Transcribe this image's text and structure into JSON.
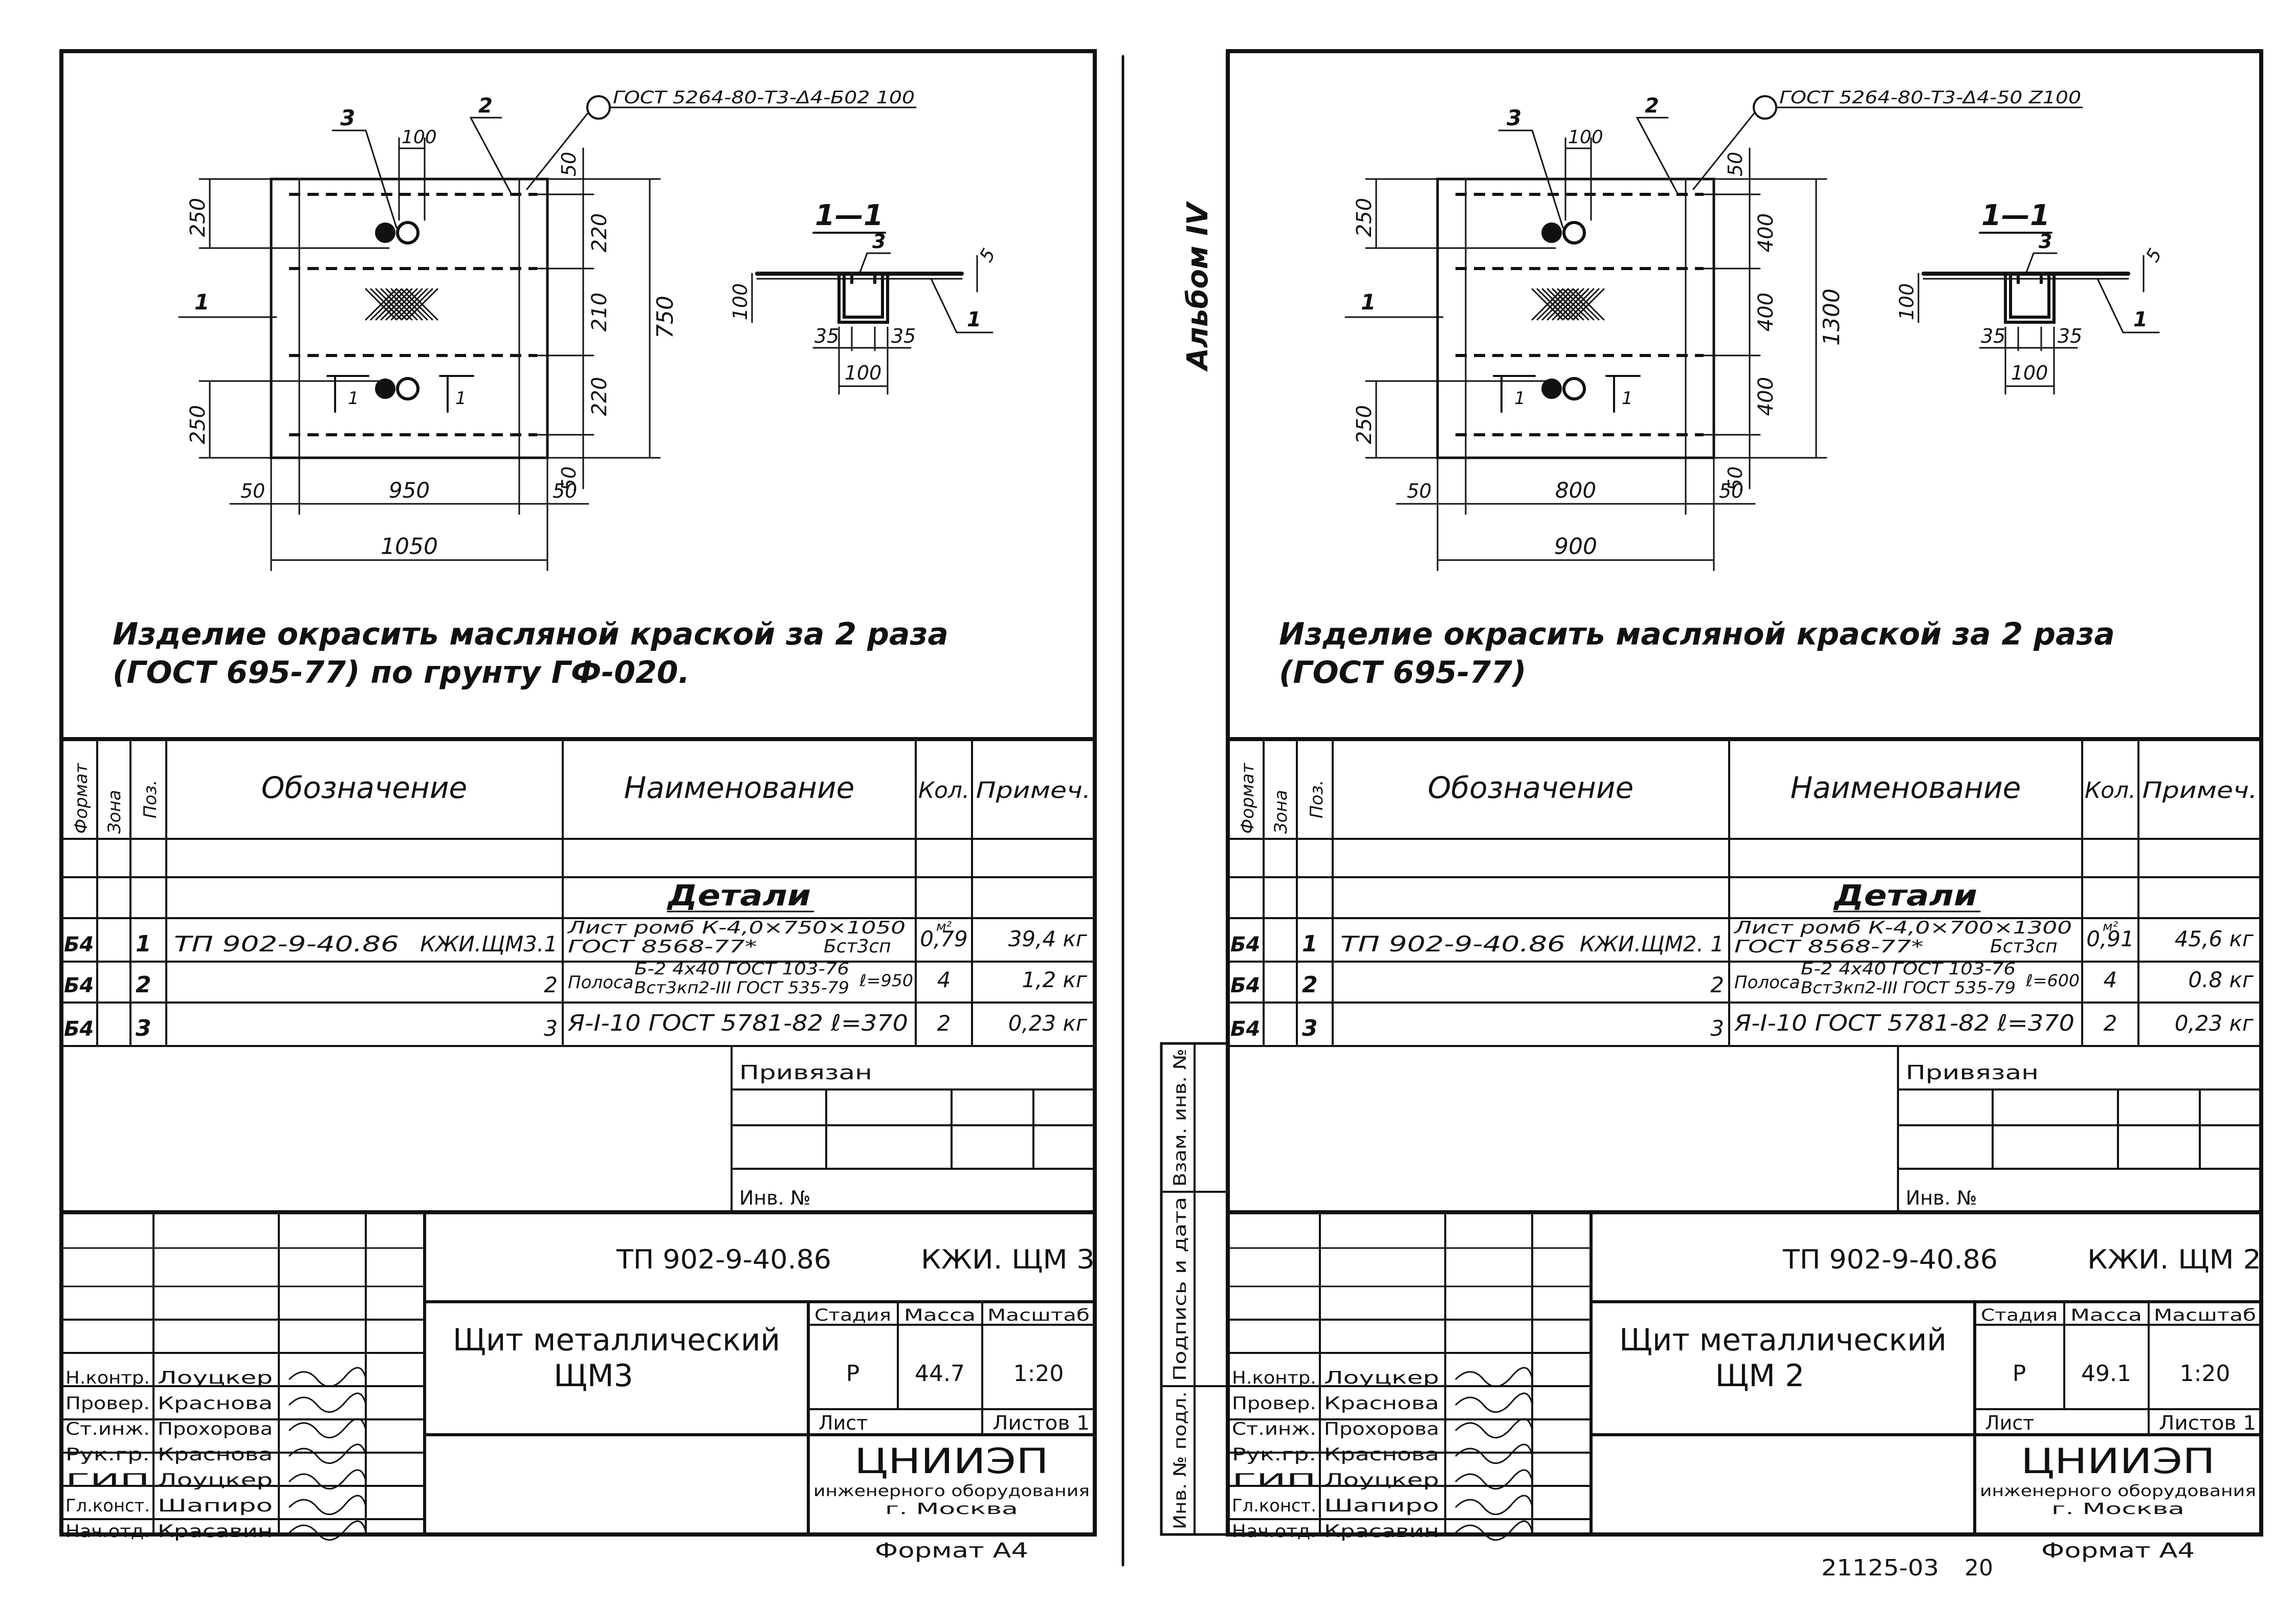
{
  "album_label": "Альбом IV",
  "footer": {
    "doc_number": "21125-03",
    "page_number": "20"
  },
  "col_headers": {
    "format": "Формат",
    "zone": "Зона",
    "pos": "Поз.",
    "designation": "Обозначение",
    "name": "Наименование",
    "qty": "Кол.",
    "note": "Примеч."
  },
  "side_stamp": {
    "inv_podl": "Инв. № подл.",
    "podpis": "Подпись и дата",
    "vzam": "Взам. инв. №"
  },
  "sheets": [
    {
      "id": "left",
      "plan": {
        "dim_top_100": "100",
        "dim_top_2": "2",
        "weld_callout": "ГОСТ 5264-80-Т3-Δ4-Б02 100",
        "callout_3": "3",
        "dim_250_top": "250",
        "dim_250_bottom": "250",
        "dim_50_tr": "50",
        "dim_50_br": "50",
        "dim_220_a": "220",
        "dim_210": "210",
        "dim_220_b": "220",
        "dim_total_h": "750",
        "callout_1": "1",
        "section_mark": "1",
        "dim_50_l": "50",
        "dim_inner_w": "950",
        "dim_50_r": "50",
        "dim_total_w": "1050"
      },
      "section": {
        "title": "1—1",
        "callout_3": "3",
        "callout_1": "1",
        "dim_100_h": "100",
        "dim_5": "5",
        "dim_35_l": "35",
        "dim_35_r": "35",
        "dim_100_w": "100"
      },
      "note_line1": "Изделие окрасить масляной краской за 2 раза",
      "note_line2": "(ГОСТ 695-77) по грунту ГФ-020.",
      "spec": {
        "section_title": "Детали",
        "rows": [
          {
            "format": "Б4",
            "pos": "1",
            "designation": "ТП 902-9-40.86",
            "code": "КЖИ.ЩМ3.1",
            "name_line1": "Лист ромб К-4,0×750×1050",
            "name_line2": "ГОСТ 8568-77*",
            "steel": "Бст3сп",
            "qty_unit": "м²",
            "qty": "0,79",
            "note": "39,4 кг"
          },
          {
            "format": "Б4",
            "pos": "2",
            "designation": "",
            "code": "2",
            "name_prefix": "Полоса",
            "name_line1": "Б-2 4х40 ГОСТ 103-76",
            "name_line2": "Вст3кп2-III ГОСТ 535-79",
            "length": "ℓ=950",
            "qty_unit": "",
            "qty": "4",
            "note": "1,2 кг"
          },
          {
            "format": "Б4",
            "pos": "3",
            "designation": "",
            "code": "3",
            "name_line1": "Я-I-10 ГОСТ 5781-82  ℓ=370",
            "name_line2": "",
            "qty_unit": "",
            "qty": "2",
            "note": "0,23 кг"
          }
        ]
      },
      "privyazan": "Привязан",
      "inv_no": "Инв. №",
      "title_block": {
        "code_left": "ТП 902-9-40.86",
        "code_right": "КЖИ. ЩМ 3",
        "title_line1": "Щит металлический",
        "title_line2": "ЩМ3",
        "stage_label": "Стадия",
        "mass_label": "Масса",
        "scale_label": "Масштаб",
        "stage": "Р",
        "mass": "44.7",
        "scale": "1:20",
        "sheet_label": "Лист",
        "sheets_label": "Листов 1",
        "org": "ЦНИИЭП",
        "org_sub1": "инженерного оборудования",
        "org_sub2": "г. Москва",
        "format": "Формат А4",
        "staff": [
          {
            "role": "Н.контр.",
            "name": "Лоуцкер"
          },
          {
            "role": "Провер.",
            "name": "Краснова"
          },
          {
            "role": "Ст.инж.",
            "name": "Прохорова"
          },
          {
            "role": "Рук.гр.",
            "name": "Краснова"
          },
          {
            "role": "ГИП",
            "name": "Лоуцкер"
          },
          {
            "role": "Гл.конст.",
            "name": "Шапиро"
          },
          {
            "role": "Нач.отд.",
            "name": "Красавин"
          }
        ]
      }
    },
    {
      "id": "right",
      "plan": {
        "dim_top_100": "100",
        "dim_top_2": "2",
        "weld_callout": "ГОСТ 5264-80-Т3-Δ4-50 Z100",
        "callout_3": "3",
        "dim_250_top": "250",
        "dim_250_bottom": "250",
        "dim_50_tr": "50",
        "dim_50_br": "50",
        "dim_220_a": "400",
        "dim_210": "400",
        "dim_220_b": "400",
        "dim_total_h": "1300",
        "callout_1": "1",
        "section_mark": "1",
        "dim_50_l": "50",
        "dim_inner_w": "800",
        "dim_50_r": "50",
        "dim_total_w": "900"
      },
      "section": {
        "title": "1—1",
        "callout_3": "3",
        "callout_1": "1",
        "dim_100_h": "100",
        "dim_5": "5",
        "dim_35_l": "35",
        "dim_35_r": "35",
        "dim_100_w": "100"
      },
      "note_line1": "Изделие окрасить масляной краской за 2 раза",
      "note_line2": "(ГОСТ 695-77)",
      "spec": {
        "section_title": "Детали",
        "rows": [
          {
            "format": "Б4",
            "pos": "1",
            "designation": "ТП 902-9-40.86",
            "code": "КЖИ.ЩМ2. 1",
            "name_line1": "Лист ромб К-4,0×700×1300",
            "name_line2": "ГОСТ 8568-77*",
            "steel": "Бст3сп",
            "qty_unit": "м²",
            "qty": "0,91",
            "note": "45,6 кг"
          },
          {
            "format": "Б4",
            "pos": "2",
            "designation": "",
            "code": "2",
            "name_prefix": "Полоса",
            "name_line1": "Б-2 4х40 ГОСТ 103-76",
            "name_line2": "Вст3кп2-III ГОСТ 535-79",
            "length": "ℓ=600",
            "qty_unit": "",
            "qty": "4",
            "note": "0.8 кг"
          },
          {
            "format": "Б4",
            "pos": "3",
            "designation": "",
            "code": "3",
            "name_line1": "Я-I-10 ГОСТ 5781-82  ℓ=370",
            "name_line2": "",
            "qty_unit": "",
            "qty": "2",
            "note": "0,23 кг"
          }
        ]
      },
      "privyazan": "Привязан",
      "inv_no": "Инв. №",
      "title_block": {
        "code_left": "ТП 902-9-40.86",
        "code_right": "КЖИ. ЩМ 2",
        "title_line1": "Щит металлический",
        "title_line2": "ЩМ 2",
        "stage_label": "Стадия",
        "mass_label": "Масса",
        "scale_label": "Масштаб",
        "stage": "Р",
        "mass": "49.1",
        "scale": "1:20",
        "sheet_label": "Лист",
        "sheets_label": "Листов 1",
        "org": "ЦНИИЭП",
        "org_sub1": "инженерного оборудования",
        "org_sub2": "г. Москва",
        "format": "Формат А4",
        "staff": [
          {
            "role": "Н.контр.",
            "name": "Лоуцкер"
          },
          {
            "role": "Провер.",
            "name": "Краснова"
          },
          {
            "role": "Ст.инж.",
            "name": "Прохорова"
          },
          {
            "role": "Рук.гр.",
            "name": "Краснова"
          },
          {
            "role": "ГИП",
            "name": "Лоуцкер"
          },
          {
            "role": "Гл.конст.",
            "name": "Шапиро"
          },
          {
            "role": "Нач.отд.",
            "name": "Красавин"
          }
        ]
      }
    }
  ]
}
